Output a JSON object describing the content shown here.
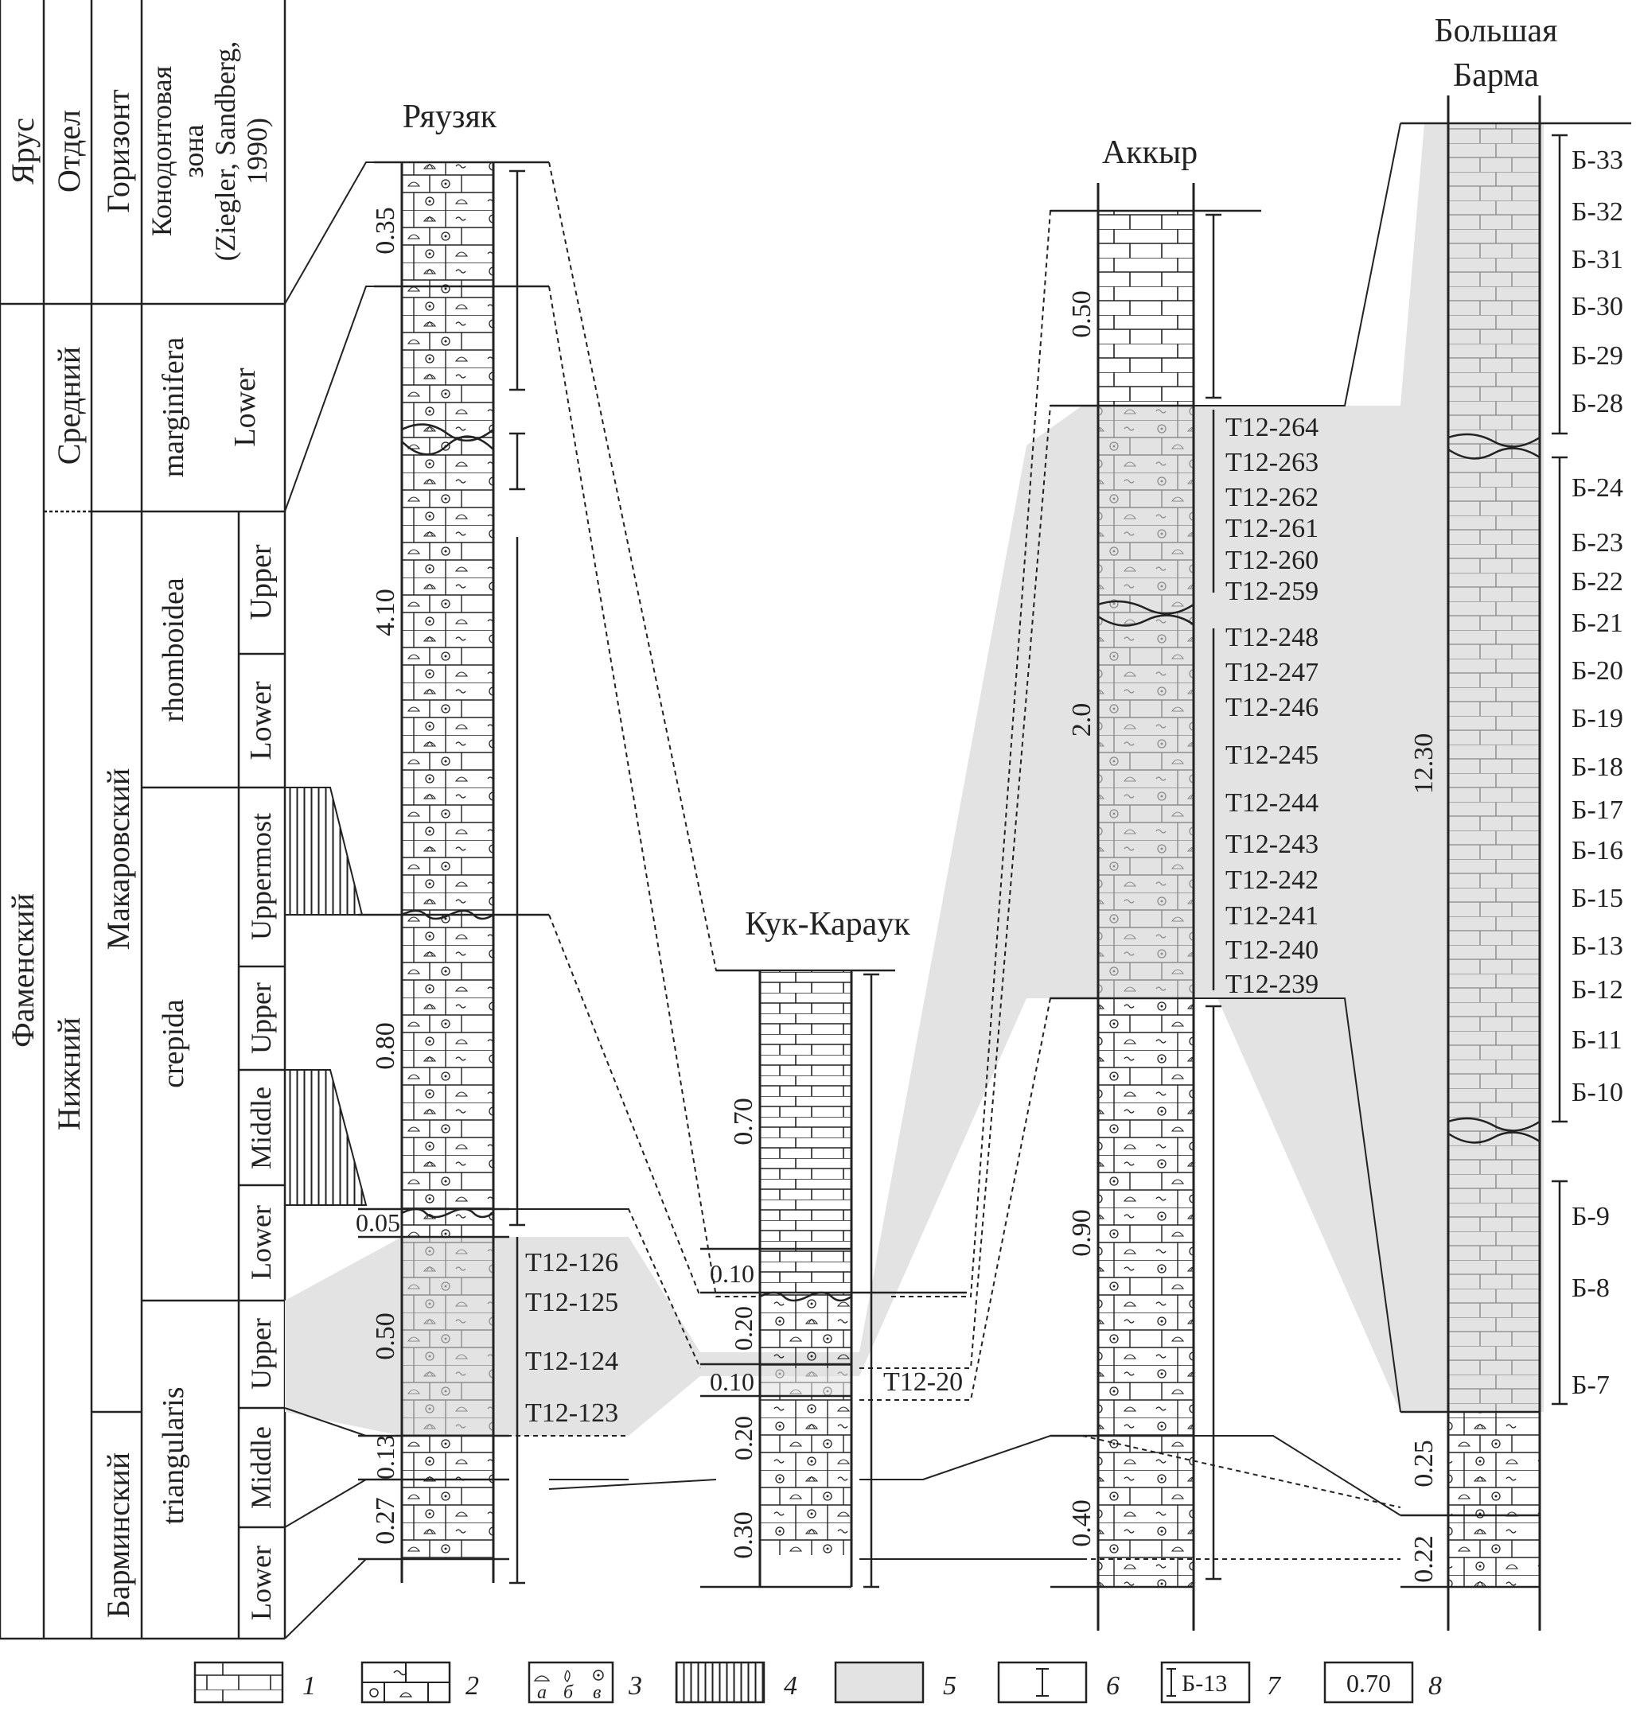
{
  "strat_header": {
    "stage": "Ярус",
    "series": "Отдел",
    "horizon": "Горизонт",
    "zone_line1": "Конодонтовая",
    "zone_line2": "зона",
    "zone_line3": "(Ziegler, Sandberg,",
    "zone_line4": "1990)"
  },
  "strat_column": {
    "stage_name": "Фаменский",
    "series_middle": "Средний",
    "series_lower": "Нижний",
    "horizon_makarovsky": "Макаровский",
    "horizon_barminsky": "Барминский",
    "zones": {
      "marginifera": "marginifera",
      "marginifera_lower": "Lower",
      "rhomboidea": "rhomboidea",
      "rhomboidea_upper": "Upper",
      "rhomboidea_lower": "Lower",
      "crepida": "crepida",
      "crepida_uppermost": "Uppermost",
      "crepida_upper": "Upper",
      "crepida_middle": "Middle",
      "crepida_lower": "Lower",
      "triangularis": "triangularis",
      "triangularis_upper": "Upper",
      "triangularis_middle": "Middle",
      "triangularis_lower": "Lower"
    }
  },
  "sections": {
    "ryauzyak": {
      "name": "Ряузяк",
      "thicknesses": [
        "0.35",
        "4.10",
        "0.80",
        "0.05",
        "0.50",
        "0.13",
        "0.27"
      ],
      "samples": [
        "T12-126",
        "T12-125",
        "T12-124",
        "T12-123"
      ]
    },
    "kuk_karauk": {
      "name": "Кук-Карaук",
      "thicknesses": [
        "0.70",
        "0.10",
        "0.20",
        "0.10",
        "0.20",
        "0.30"
      ],
      "samples": [
        "T12-20"
      ]
    },
    "akkyr": {
      "name": "Аккыр",
      "thicknesses": [
        "0.50",
        "2.0",
        "0.90",
        "0.40"
      ],
      "samples": [
        "T12-264",
        "T12-263",
        "T12-262",
        "T12-261",
        "T12-260",
        "T12-259",
        "T12-248",
        "T12-247",
        "T12-246",
        "T12-245",
        "T12-244",
        "T12-243",
        "T12-242",
        "T12-241",
        "T12-240",
        "T12-239"
      ]
    },
    "bolshaya_barma": {
      "name_line1": "Большая",
      "name_line2": "Барма",
      "thicknesses": [
        "12.30",
        "0.25",
        "0.22"
      ],
      "samples": [
        "Б-33",
        "Б-32",
        "Б-31",
        "Б-30",
        "Б-29",
        "Б-28",
        "Б-24",
        "Б-23",
        "Б-22",
        "Б-21",
        "Б-20",
        "Б-19",
        "Б-18",
        "Б-17",
        "Б-16",
        "Б-15",
        "Б-13",
        "Б-12",
        "Б-11",
        "Б-10",
        "Б-9",
        "Б-8",
        "Б-7"
      ]
    }
  },
  "legend": {
    "numbers": [
      "1",
      "2",
      "3",
      "4",
      "5",
      "6",
      "7",
      "8"
    ],
    "fossil_letters": [
      "а",
      "б",
      "в"
    ],
    "sample_example": "Б-13",
    "thickness_example": "0.70"
  },
  "colors": {
    "line": "#222222",
    "shade": "#e3e3e3"
  },
  "names_are_ryauzyak": true
}
